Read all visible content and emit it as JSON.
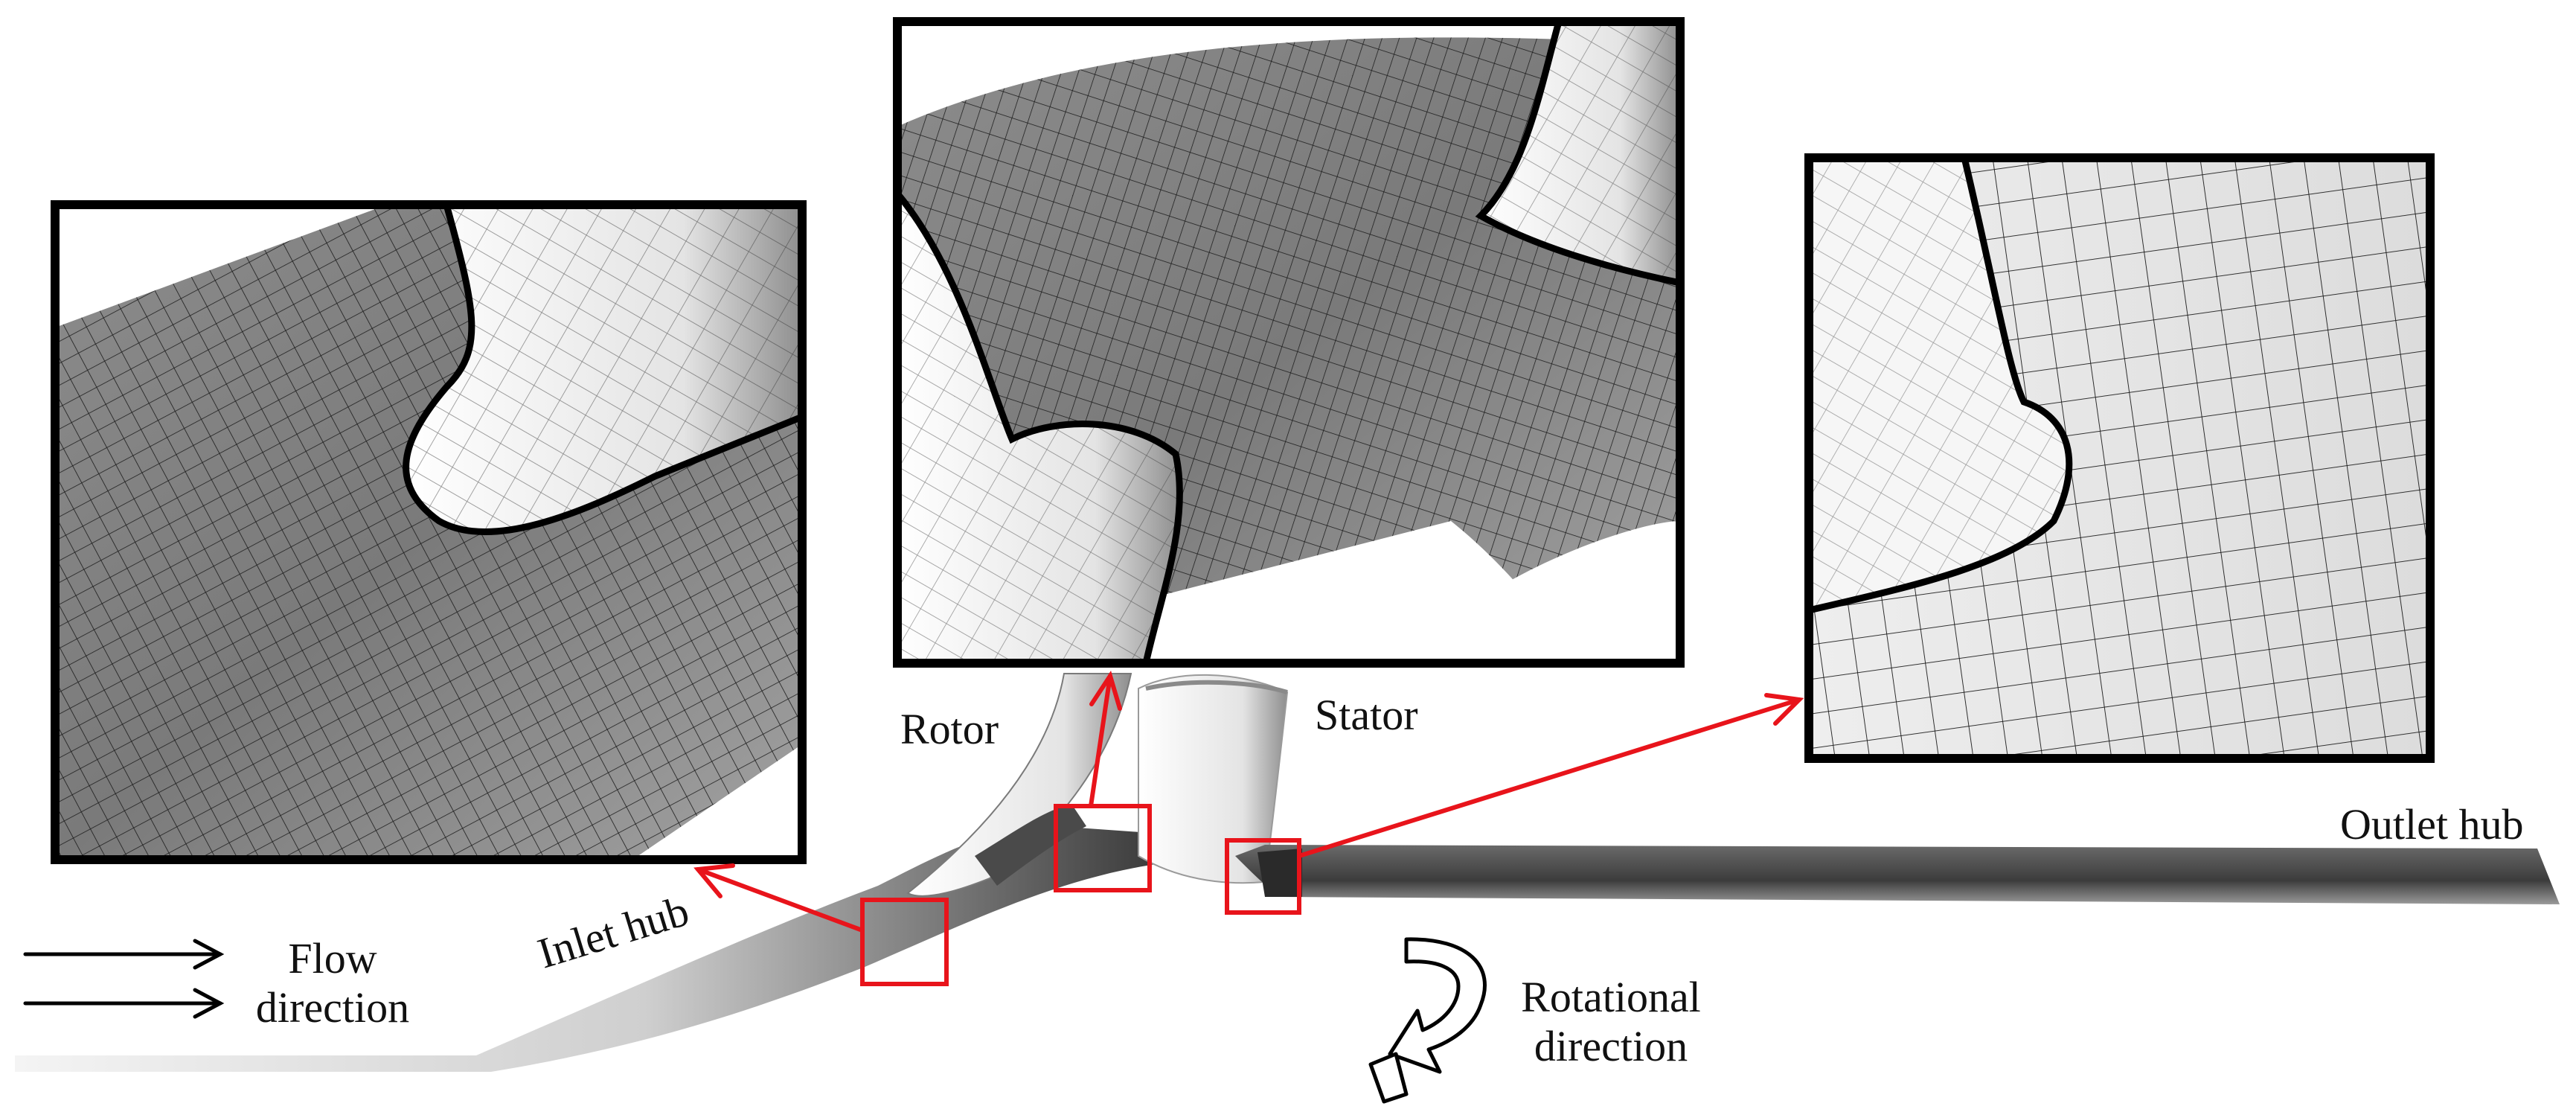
{
  "labels": {
    "rotor": "Rotor",
    "stator": "Stator",
    "outlet_hub": "Outlet hub",
    "inlet_hub": "Inlet hub",
    "flow_line1": "Flow",
    "flow_line2": "direction",
    "rot_line1": "Rotational",
    "rot_line2": "direction"
  },
  "colors": {
    "callout": "#e8141b",
    "frame": "#000000",
    "mesh_line": "#1a1a1a",
    "surface_dark": "#5a5a5a",
    "surface_light": "#f2f2f2"
  }
}
